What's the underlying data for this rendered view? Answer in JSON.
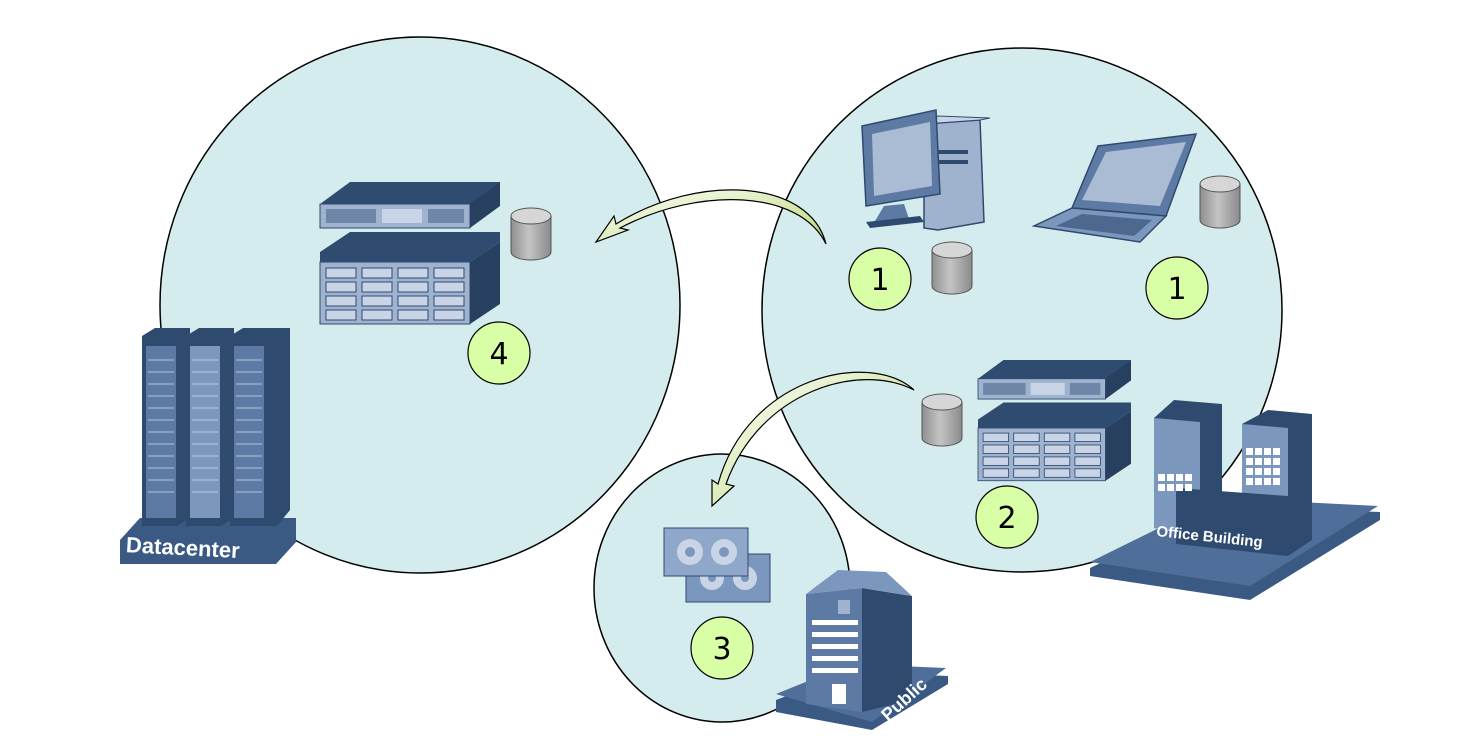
{
  "zones": {
    "datacenter": {
      "label": "Datacenter",
      "step": "4"
    },
    "office": {
      "label": "Office Building",
      "steps": [
        "1",
        "1",
        "2"
      ]
    },
    "public": {
      "label": "Public",
      "step": "3"
    }
  },
  "colors": {
    "zone_fill": "#d4eced",
    "badge_fill": "#d9ffa6",
    "arrow_fill": "#c8e08c",
    "equipment_dark": "#2e4a6e",
    "equipment_mid": "#5c7aa3",
    "equipment_light": "#9fb3cf",
    "disk_gray": "#a8a8a8"
  },
  "icons": [
    "datacenter-rack-icon",
    "office-building-icon",
    "public-building-icon",
    "server-icon",
    "storage-array-icon",
    "disk-icon",
    "desktop-computer-icon",
    "laptop-icon",
    "tape-backup-icon",
    "curved-arrow-icon"
  ]
}
